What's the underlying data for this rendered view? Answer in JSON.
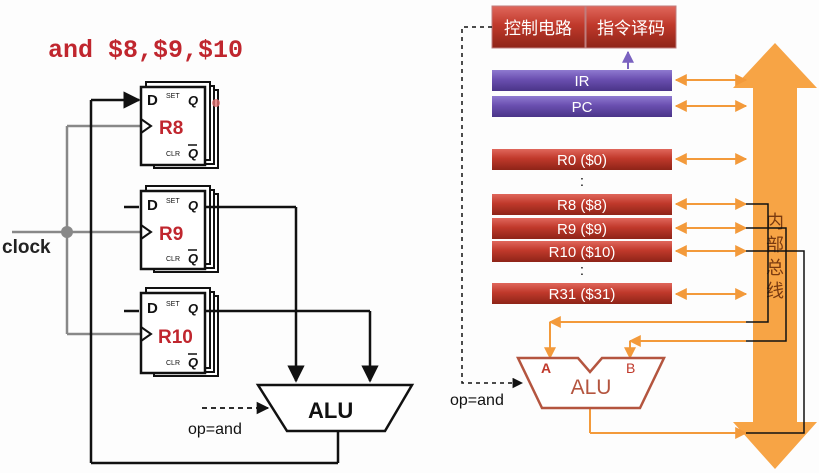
{
  "instruction": "and $8,$9,$10",
  "clock_label": "clock",
  "left_registers": [
    {
      "name": "R8",
      "d": "D",
      "q": "Q",
      "qbar": "Q",
      "set": "SET",
      "clr": "CLR"
    },
    {
      "name": "R9",
      "d": "D",
      "q": "Q",
      "qbar": "Q",
      "set": "SET",
      "clr": "CLR"
    },
    {
      "name": "R10",
      "d": "D",
      "q": "Q",
      "qbar": "Q",
      "set": "SET",
      "clr": "CLR"
    }
  ],
  "left_alu": {
    "label": "ALU",
    "op": "op=and"
  },
  "control": {
    "circuit": "控制电路",
    "decoder": "指令译码"
  },
  "right_registers": {
    "ir": "IR",
    "pc": "PC",
    "r0": "R0 ($0)",
    "r8": "R8 ($8)",
    "r9": "R9 ($9)",
    "r10": "R10 ($10)",
    "r31": "R31 ($31)",
    "dots": ":"
  },
  "right_alu": {
    "label": "ALU",
    "a": "A",
    "b": "B",
    "op": "op=and"
  },
  "bus_label": [
    "内",
    "部",
    "总",
    "线"
  ],
  "colors": {
    "instruction": "#c0262e",
    "register_red": "#c0392b",
    "register_purple": "#6a4fb0",
    "bus_orange": "#f7a445",
    "arrow_orange": "#f39a3b",
    "alu_outline": "#b4553f"
  }
}
